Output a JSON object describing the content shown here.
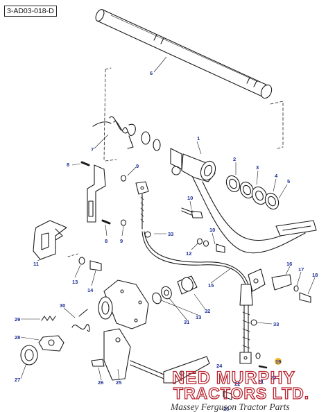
{
  "diagram": {
    "reference_code": "3-AD03-018-D",
    "callouts": [
      {
        "id": "c1",
        "label": "1"
      },
      {
        "id": "c2",
        "label": "2"
      },
      {
        "id": "c3",
        "label": "3"
      },
      {
        "id": "c4",
        "label": "4"
      },
      {
        "id": "c5",
        "label": "5"
      },
      {
        "id": "c6",
        "label": "6"
      },
      {
        "id": "c7",
        "label": "7"
      },
      {
        "id": "c8a",
        "label": "8"
      },
      {
        "id": "c8b",
        "label": "8"
      },
      {
        "id": "c9a",
        "label": "9"
      },
      {
        "id": "c9b",
        "label": "9"
      },
      {
        "id": "c10a",
        "label": "10"
      },
      {
        "id": "c10b",
        "label": "10"
      },
      {
        "id": "c11",
        "label": "11"
      },
      {
        "id": "c12",
        "label": "12"
      },
      {
        "id": "c13a",
        "label": "13"
      },
      {
        "id": "c13b",
        "label": "13"
      },
      {
        "id": "c14",
        "label": "14"
      },
      {
        "id": "c15",
        "label": "15"
      },
      {
        "id": "c16",
        "label": "16"
      },
      {
        "id": "c17",
        "label": "17"
      },
      {
        "id": "c18",
        "label": "18"
      },
      {
        "id": "c19",
        "label": "19"
      },
      {
        "id": "c20",
        "label": "20"
      },
      {
        "id": "c21",
        "label": "21"
      },
      {
        "id": "c22",
        "label": "22"
      },
      {
        "id": "c23",
        "label": "23"
      },
      {
        "id": "c24",
        "label": "24"
      },
      {
        "id": "c25",
        "label": "25"
      },
      {
        "id": "c26",
        "label": "26"
      },
      {
        "id": "c27",
        "label": "27"
      },
      {
        "id": "c28",
        "label": "28"
      },
      {
        "id": "c29",
        "label": "29"
      },
      {
        "id": "c30",
        "label": "30"
      },
      {
        "id": "c31",
        "label": "31"
      },
      {
        "id": "c32",
        "label": "32"
      },
      {
        "id": "c33a",
        "label": "33"
      },
      {
        "id": "c33b",
        "label": "33"
      }
    ]
  },
  "watermark": {
    "line1": "NED MURPHY",
    "line2": "TRACTORS LTD.",
    "tagline": "Massey Ferguson Tractor Parts"
  },
  "colors": {
    "callout": "#1c2f9a",
    "highlight": "#f1b52a",
    "line": "#1a1a1a",
    "brand": "#b8232f"
  }
}
